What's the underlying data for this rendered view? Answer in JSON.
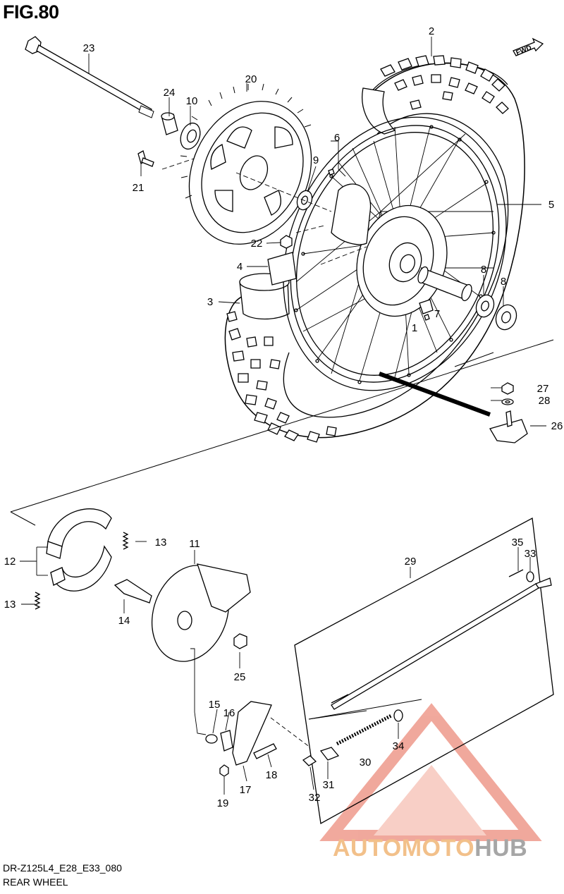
{
  "figure": {
    "title": "FIG.80",
    "code": "DR-Z125L4_E28_E33_080",
    "name": "REAR WHEEL",
    "fwd_label": "FWD"
  },
  "callouts": [
    "2",
    "23",
    "20",
    "24",
    "10",
    "21",
    "6",
    "9",
    "5",
    "22",
    "4",
    "3",
    "8",
    "8",
    "7",
    "1",
    "27",
    "28",
    "26",
    "12",
    "13",
    "13",
    "11",
    "14",
    "25",
    "15",
    "16",
    "17",
    "18",
    "19",
    "29",
    "35",
    "33",
    "30",
    "31",
    "32",
    "34"
  ],
  "watermark": {
    "part1": "AUTOMOTO",
    "part2": "HUB",
    "color_primary": "#f2c08a",
    "color_secondary": "#a6a6a6",
    "logo_color": "#e8705a"
  }
}
